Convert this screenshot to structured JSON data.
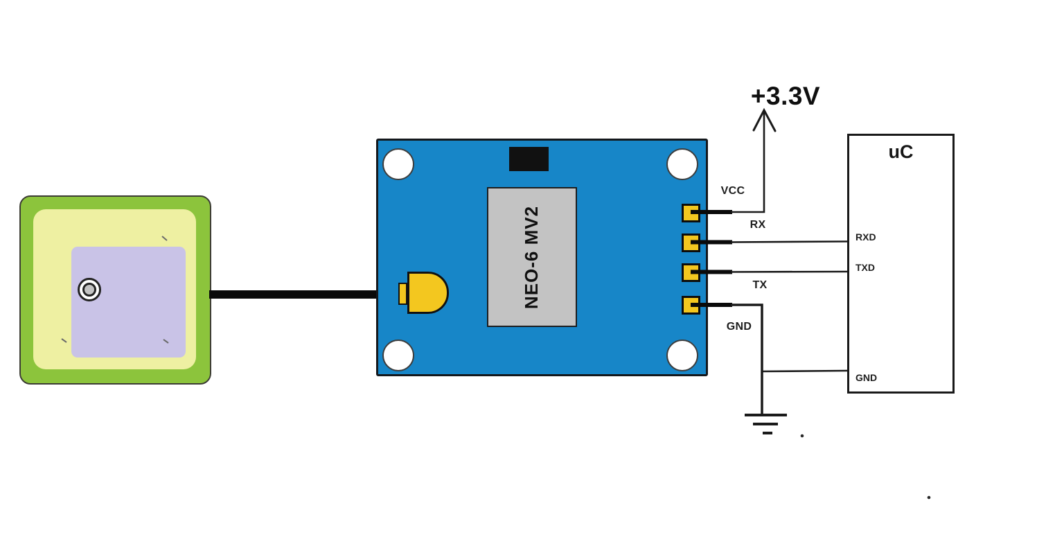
{
  "power": {
    "label": "+3.3V"
  },
  "gps_module": {
    "chip_label": "NEO-6 MV2",
    "pins": [
      {
        "label": "VCC"
      },
      {
        "label": "RX"
      },
      {
        "label": "TX"
      },
      {
        "label": "GND"
      }
    ]
  },
  "microcontroller": {
    "title": "uC",
    "pins": [
      {
        "label": "RXD"
      },
      {
        "label": "TXD"
      },
      {
        "label": "GND"
      }
    ]
  },
  "colors": {
    "board_blue": "#1786c8",
    "pin_yellow": "#f3c71f",
    "antenna_green": "#8cc43c",
    "antenna_ceramic_yellow": "#eef0a2",
    "antenna_patch_lavender": "#c9c3e7",
    "chip_gray": "#c3c3c3",
    "wire_black": "#0a0a0a"
  }
}
